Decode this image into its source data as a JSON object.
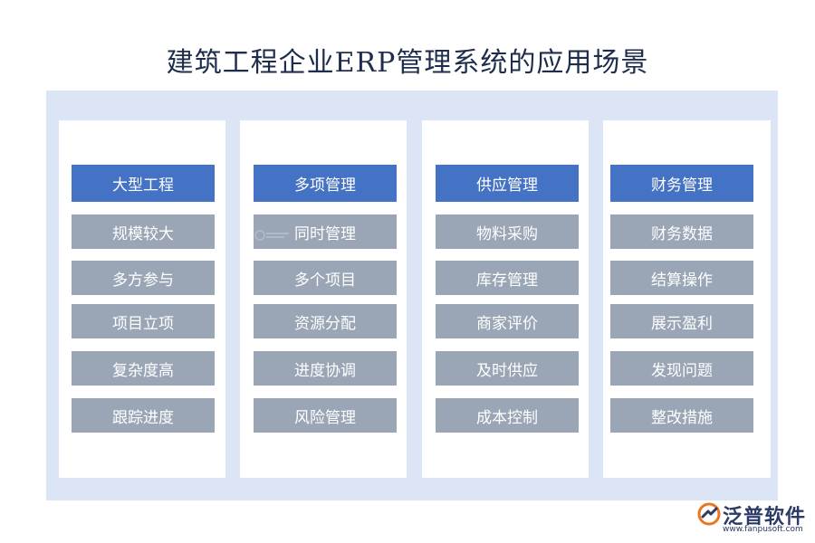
{
  "title": "建筑工程企业ERP管理系统的应用场景",
  "columns": [
    {
      "header": "大型工程",
      "items": [
        "规模较大",
        "多方参与",
        "项目立项",
        "复杂度高",
        "跟踪进度"
      ]
    },
    {
      "header": "多项管理",
      "items": [
        "同时管理",
        "多个项目",
        "资源分配",
        "进度协调",
        "风险管理"
      ]
    },
    {
      "header": "供应管理",
      "items": [
        "物料采购",
        "库存管理",
        "商家评价",
        "及时供应",
        "成本控制"
      ]
    },
    {
      "header": "财务管理",
      "items": [
        "财务数据",
        "结算操作",
        "展示盈利",
        "发现问题",
        "整改措施"
      ]
    }
  ],
  "logo": {
    "name": "泛普软件",
    "url": "www.fanpusoft.com",
    "icon": "fanpu-logo-icon"
  },
  "colors": {
    "header": "#4472c4",
    "item": "#9aa6b6",
    "panel": "#dce5f5",
    "title": "#1f2d4d"
  }
}
